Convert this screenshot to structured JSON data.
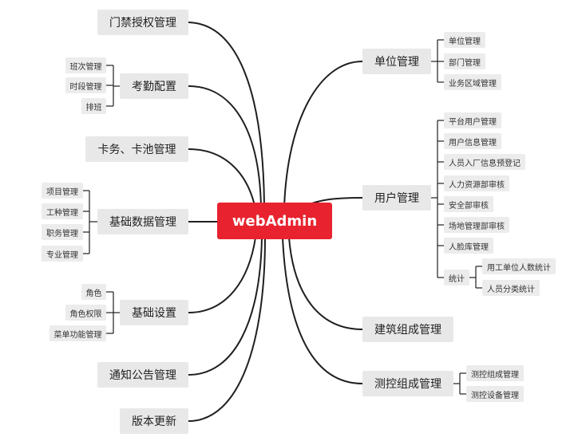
{
  "center": {
    "label": "webAdmin",
    "color": "#e8232f"
  },
  "left_branches": [
    {
      "label": "门禁授权管理",
      "children": []
    },
    {
      "label": "考勤配置",
      "children": [
        "班次管理",
        "时段管理",
        "排班"
      ]
    },
    {
      "label": "卡务、卡池管理",
      "children": []
    },
    {
      "label": "基础数据管理",
      "children": [
        "项目管理",
        "工种管理",
        "职务管理",
        "专业管理"
      ]
    },
    {
      "label": "基础设置",
      "children": [
        "角色",
        "角色权限",
        "菜单功能管理"
      ]
    },
    {
      "label": "通知公告管理",
      "children": []
    },
    {
      "label": "版本更新",
      "children": []
    }
  ],
  "right_branches": [
    {
      "label": "单位管理",
      "children": [
        "单位管理",
        "部门管理",
        "业务区域管理"
      ]
    },
    {
      "label": "用户管理",
      "children": [
        "平台用户管理",
        "用户信息管理",
        "人员入厂信息预登记",
        "人力资源部审核",
        "安全部审核",
        "场地管理部审核",
        "人脸库管理",
        "统计"
      ],
      "stat_children": [
        "用工单位人数统计",
        "人员分类统计"
      ]
    },
    {
      "label": "建筑组成管理",
      "children": []
    },
    {
      "label": "测控组成管理",
      "children": [
        "测控组成管理",
        "测控设备管理"
      ]
    }
  ]
}
